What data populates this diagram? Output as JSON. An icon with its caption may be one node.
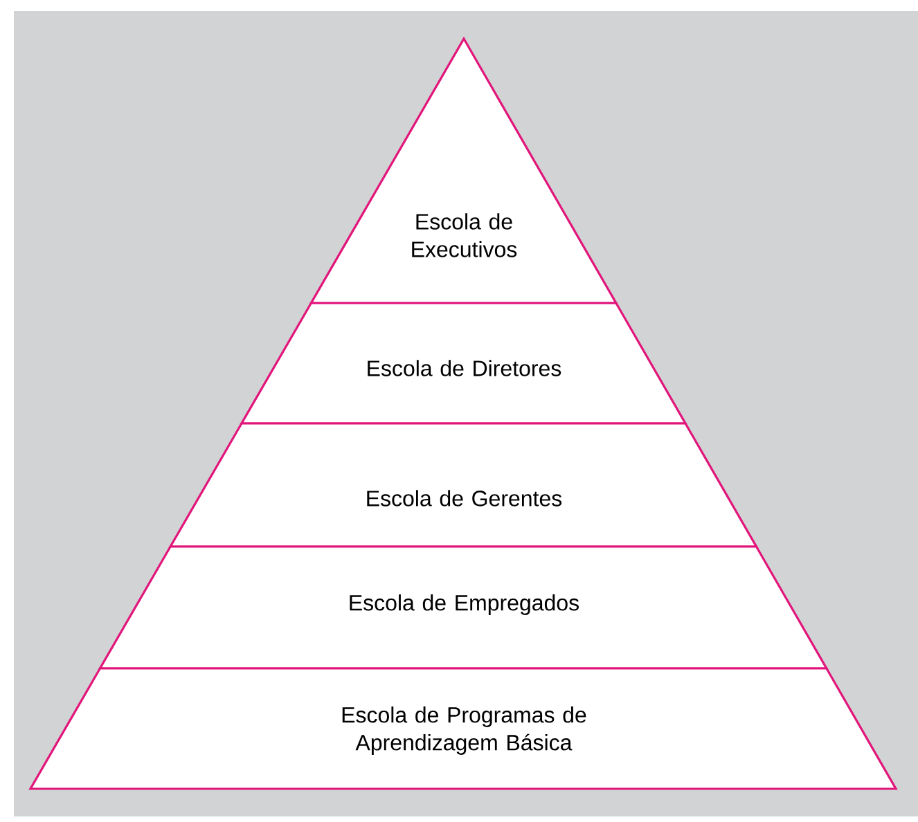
{
  "diagram": {
    "nodes": [
      {
        "text": [
          "Escola de Executivos"
        ]
      },
      {
        "text": [
          "Escola de Diretores"
        ]
      },
      {
        "text": [
          "Escola de Gerentes"
        ]
      },
      {
        "text": [
          "Escola de Empregados"
        ]
      },
      {
        "text": [
          "Escola de Programas de Aprendizagem Básica"
        ]
      }
    ]
  }
}
